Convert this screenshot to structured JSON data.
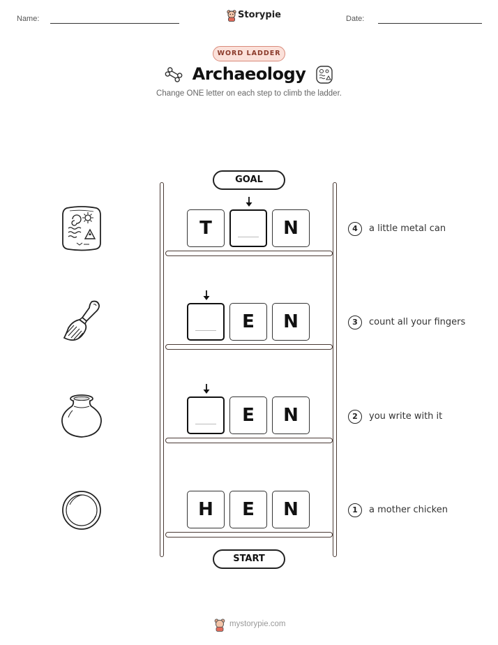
{
  "header": {
    "name_label": "Name:",
    "date_label": "Date:",
    "brand": "Storypie"
  },
  "badge": "WORD LADDER",
  "title": "Archaeology",
  "subtitle": "Change ONE letter on each step to climb the ladder.",
  "goal_label": "GOAL",
  "start_label": "START",
  "rows": [
    {
      "num": "4",
      "clue": "a little metal can",
      "letters": [
        "T",
        "",
        "N"
      ],
      "icon": "stone-tablet-icon"
    },
    {
      "num": "3",
      "clue": "count all your fingers",
      "letters": [
        "",
        "E",
        "N"
      ],
      "icon": "brush-icon"
    },
    {
      "num": "2",
      "clue": "you write with it",
      "letters": [
        "",
        "E",
        "N"
      ],
      "icon": "pot-icon"
    },
    {
      "num": "1",
      "clue": "a mother chicken",
      "letters": [
        "H",
        "E",
        "N"
      ],
      "icon": "coin-icon"
    }
  ],
  "footer": "mystorypie.com"
}
